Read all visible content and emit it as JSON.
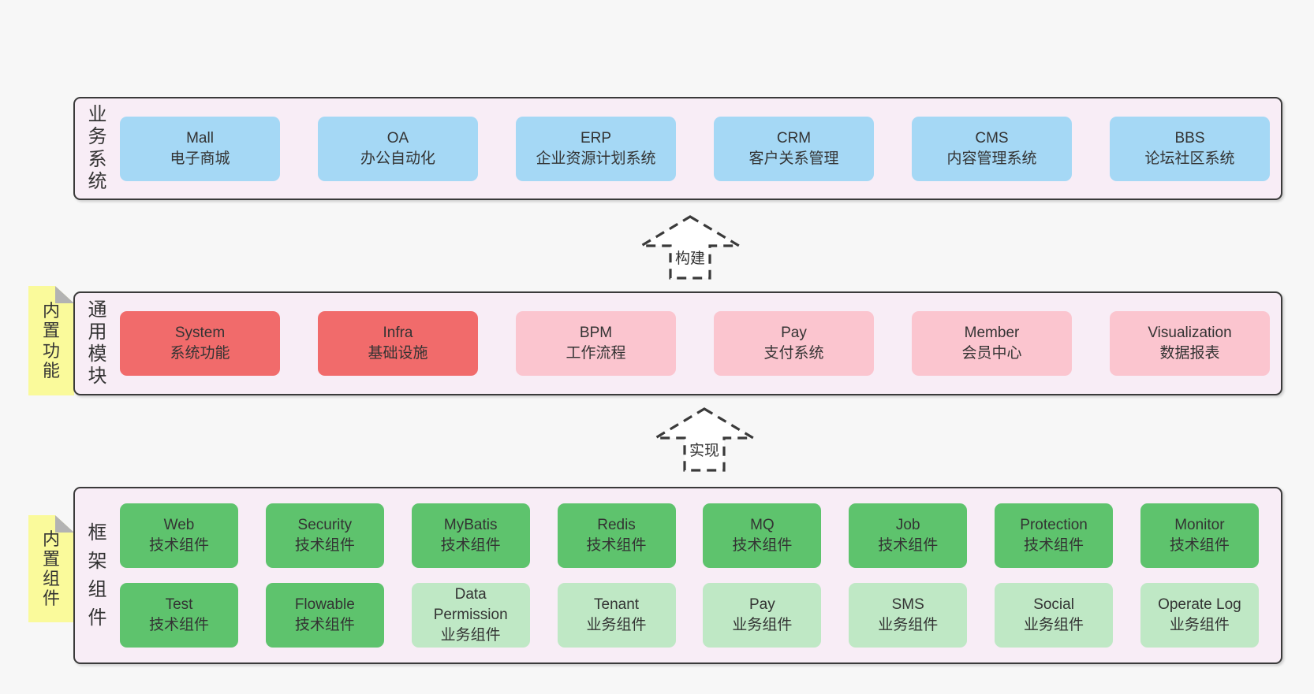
{
  "colors": {
    "page_bg": "#f7f7f7",
    "band_bg": "#f8edf6",
    "border": "#3a3a3a",
    "text": "#333333",
    "blue": "#a5d8f5",
    "red": "#f16b6b",
    "pink": "#fbc5cf",
    "green": "#5ec36d",
    "light_green": "#bfe8c5",
    "sticky_yellow": "#fafa9b",
    "sticky_fold": "#b3b3b3"
  },
  "arrows": [
    {
      "label": "构建"
    },
    {
      "label": "实现"
    }
  ],
  "stickies": [
    {
      "label": "内置功能"
    },
    {
      "label": "内置组件"
    }
  ],
  "bands": [
    {
      "label": "业务系统",
      "boxes": [
        {
          "name": "Mall",
          "desc": "电子商城"
        },
        {
          "name": "OA",
          "desc": "办公自动化"
        },
        {
          "name": "ERP",
          "desc": "企业资源计划系统"
        },
        {
          "name": "CRM",
          "desc": "客户关系管理"
        },
        {
          "name": "CMS",
          "desc": "内容管理系统"
        },
        {
          "name": "BBS",
          "desc": "论坛社区系统"
        }
      ]
    },
    {
      "label": "通用模块",
      "boxes": [
        {
          "name": "System",
          "desc": "系统功能"
        },
        {
          "name": "Infra",
          "desc": "基础设施"
        },
        {
          "name": "BPM",
          "desc": "工作流程"
        },
        {
          "name": "Pay",
          "desc": "支付系统"
        },
        {
          "name": "Member",
          "desc": "会员中心"
        },
        {
          "name": "Visualization",
          "desc": "数据报表"
        }
      ]
    },
    {
      "label": "框架组件",
      "rows": [
        [
          {
            "name": "Web",
            "desc": "技术组件"
          },
          {
            "name": "Security",
            "desc": "技术组件"
          },
          {
            "name": "MyBatis",
            "desc": "技术组件"
          },
          {
            "name": "Redis",
            "desc": "技术组件"
          },
          {
            "name": "MQ",
            "desc": "技术组件"
          },
          {
            "name": "Job",
            "desc": "技术组件"
          },
          {
            "name": "Protection",
            "desc": "技术组件"
          },
          {
            "name": "Monitor",
            "desc": "技术组件"
          }
        ],
        [
          {
            "name": "Test",
            "desc": "技术组件"
          },
          {
            "name": "Flowable",
            "desc": "技术组件"
          },
          {
            "name": "Data Permission",
            "desc": "业务组件"
          },
          {
            "name": "Tenant",
            "desc": "业务组件"
          },
          {
            "name": "Pay",
            "desc": "业务组件"
          },
          {
            "name": "SMS",
            "desc": "业务组件"
          },
          {
            "name": "Social",
            "desc": "业务组件"
          },
          {
            "name": "Operate Log",
            "desc": "业务组件"
          }
        ]
      ]
    }
  ]
}
